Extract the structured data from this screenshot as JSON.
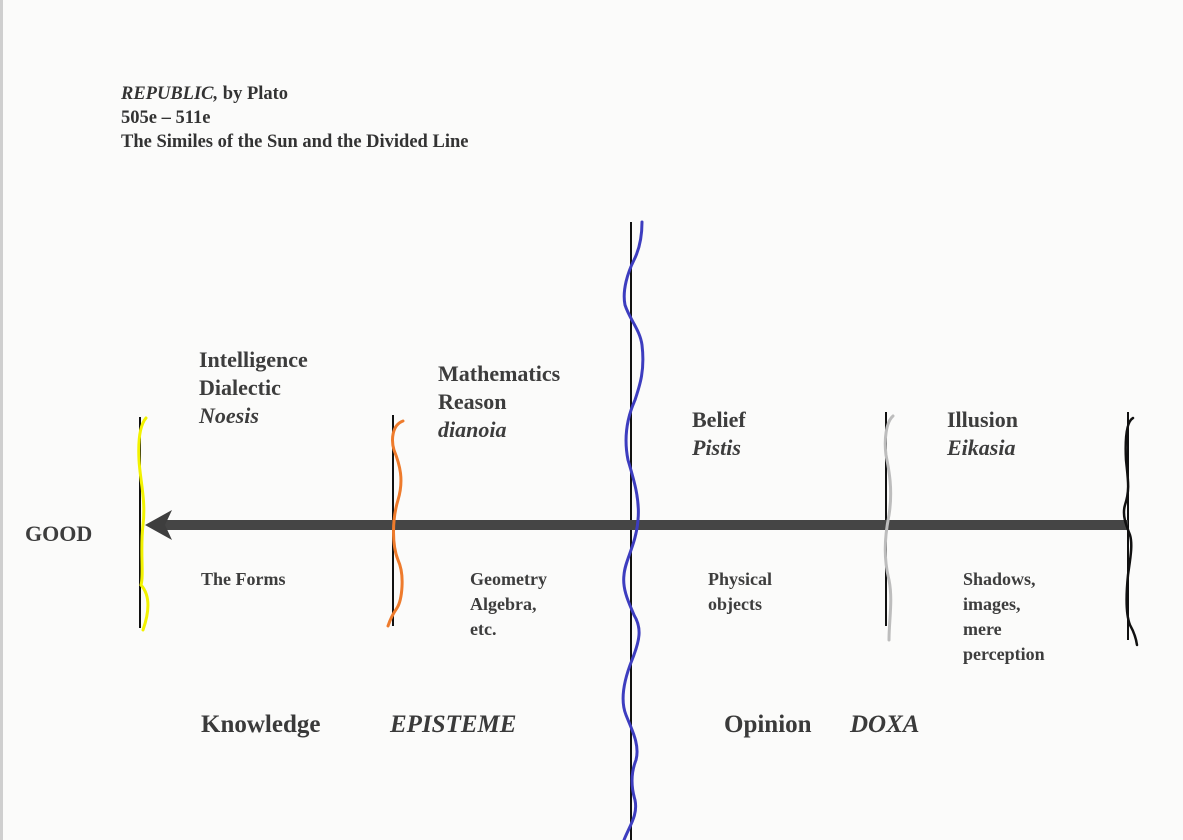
{
  "header": {
    "title_italic": "REPUBLIC,",
    "title_rest": " by Plato",
    "reference": "505e – 511e",
    "subtitle": "The Similes of the Sun and the Divided Line"
  },
  "arrow": {
    "target_label": "GOOD",
    "direction": "right-to-left",
    "color": "#454545"
  },
  "segments": [
    {
      "faculty_lines": [
        "Intelligence",
        "Dialectic"
      ],
      "greek_term": "Noesis",
      "objects_lines": [
        "The Forms"
      ],
      "divider_color": "#f2f200"
    },
    {
      "faculty_lines": [
        "Mathematics",
        "Reason"
      ],
      "greek_term": "dianoia",
      "objects_lines": [
        "Geometry",
        "Algebra,",
        "etc."
      ],
      "divider_color": "#ee7b2c"
    },
    {
      "faculty_lines": [
        "Belief"
      ],
      "greek_term": "Pistis",
      "objects_lines": [
        "Physical",
        "objects"
      ],
      "divider_color": "#3d3dbf"
    },
    {
      "faculty_lines": [
        "Illusion"
      ],
      "greek_term": "Eikasia",
      "objects_lines": [
        "Shadows,",
        "images,",
        "mere",
        "perception"
      ],
      "divider_color": "#bdbdbd"
    }
  ],
  "end_divider_color": "#111111",
  "realms": {
    "knowledge": {
      "label": "Knowledge",
      "greek": "EPISTEME"
    },
    "opinion": {
      "label": "Opinion",
      "greek": "DOXA"
    }
  }
}
